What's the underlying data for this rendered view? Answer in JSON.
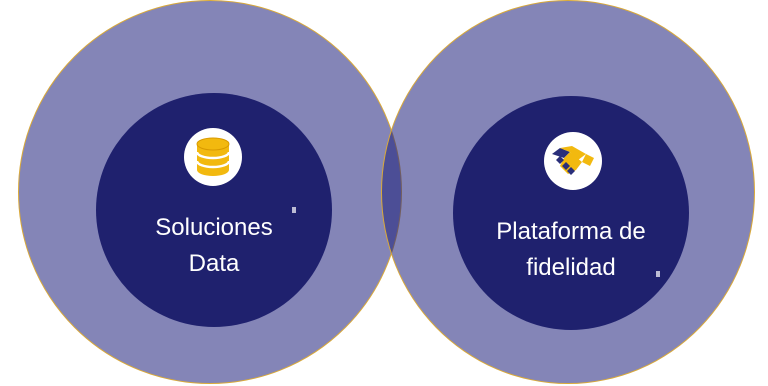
{
  "circles": [
    {
      "label_line1": "Soluciones",
      "label_line2": "Data",
      "icon": "database-icon"
    },
    {
      "label_line1": "Plataforma de",
      "label_line2": "fidelidad",
      "icon": "handshake-icon"
    }
  ],
  "colors": {
    "outer_fill": "#7a7cb0",
    "inner_fill": "#1f216e",
    "outline": "#d9a93a",
    "icon_accent": "#f2b90f",
    "icon_dark": "#2a2f7a",
    "text": "#ffffff"
  }
}
